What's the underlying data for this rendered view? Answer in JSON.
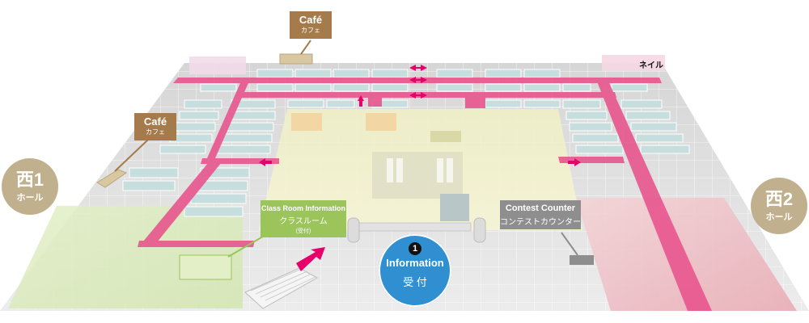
{
  "halls": {
    "west": {
      "name": "西1",
      "sub": "ホール"
    },
    "east": {
      "name": "西2",
      "sub": "ホール"
    }
  },
  "cafes": [
    {
      "name": "Café",
      "sub": "カフェ"
    },
    {
      "name": "Café",
      "sub": "カフェ"
    }
  ],
  "nail": {
    "label": "ネイル"
  },
  "classroom": {
    "title": "Class Room Information",
    "sub": "クラスルーム",
    "note": "(受付)"
  },
  "contest": {
    "title": "Contest Counter",
    "sub": "コンテストカウンター"
  },
  "information": {
    "number": "1",
    "title": "Information",
    "sub": "受 付"
  },
  "colors": {
    "walkway": "#e8528c",
    "floor": "#e3e3e3",
    "booth": "#c7dede",
    "stage": "#efefbf",
    "cafe": "#a57b4c",
    "classroom": "#9bc45a",
    "contest": "#8e8e8e",
    "info": "#2f8fd1",
    "hall_badge": "#c1b08e",
    "contest_zone": "#f1c7cd"
  }
}
